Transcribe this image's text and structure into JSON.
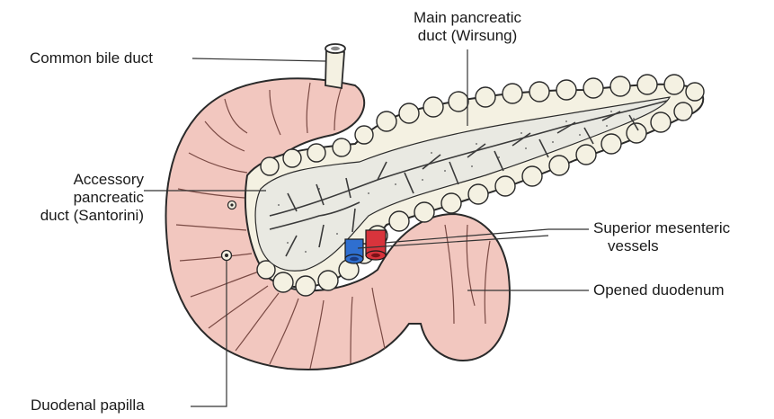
{
  "labels": {
    "common_bile_duct": "Common bile duct",
    "main_duct": [
      "Main pancreatic",
      "duct (Wirsung)"
    ],
    "accessory_duct": [
      "Accessory",
      "pancreatic",
      "duct (Santorini)"
    ],
    "superior_mesenteric": [
      "Superior mesenteric",
      "vessels"
    ],
    "opened_duodenum": "Opened duodenum",
    "duodenal_papilla": "Duodenal papilla"
  },
  "colors": {
    "duodenum_fill": "#f2c7bf",
    "pancreas_fill": "#f4f1e2",
    "duct_interior": "#e9e9e2",
    "outline": "#2a2a2a",
    "vein": "#2f6fd0",
    "artery": "#d8343c",
    "leader_line": "#333333"
  },
  "icons": [
    "duodenal-papilla-marker",
    "accessory-papilla-marker"
  ]
}
